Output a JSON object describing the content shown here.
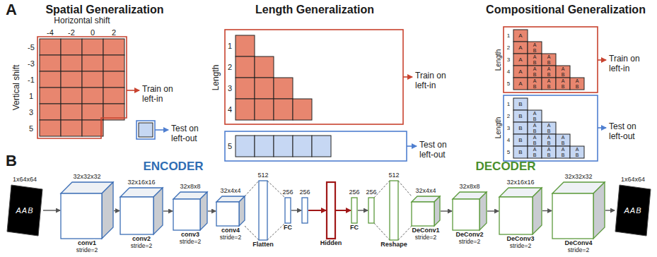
{
  "diagram": {
    "nodes": [
      {
        "text": [
          "1x64x64",
          "AAB"
        ]
      },
      {
        "text": [
          "32x32x32",
          "conv1",
          "stride=2"
        ]
      },
      {
        "text": [
          "32x16x16",
          "conv2",
          "stride=2"
        ]
      },
      {
        "text": [
          "32x8x8",
          "conv3",
          "stride=2"
        ]
      },
      {
        "text": [
          "32x4x4",
          "conv4",
          "stride=2"
        ]
      },
      {
        "text": [
          "512",
          "Flatten"
        ]
      },
      {
        "text": [
          "256",
          "FC"
        ]
      },
      {
        "text": [
          "256"
        ]
      },
      {
        "text": [
          "Hidden"
        ]
      },
      {
        "text": [
          "256",
          "FC"
        ]
      },
      {
        "text": [
          "256"
        ]
      },
      {
        "text": [
          "512",
          "Reshape"
        ]
      },
      {
        "text": [
          "32x4x4",
          "DeConv1",
          "stride=2"
        ]
      },
      {
        "text": [
          "32x8x8",
          "DeConv2",
          "stride=2"
        ]
      },
      {
        "text": [
          "32x16x16",
          "DeConv3",
          "stride=2"
        ]
      },
      {
        "text": [
          "32x32x32",
          "DeConv4",
          "stride=2"
        ]
      },
      {
        "text": [
          "1x64x64",
          "AAB"
        ]
      }
    ],
    "edges": [
      {
        "from": 0,
        "to": 1,
        "arrow": "to"
      },
      {
        "from": 1,
        "to": 2,
        "arrow": "to"
      },
      {
        "from": 2,
        "to": 3,
        "arrow": "to"
      },
      {
        "from": 3,
        "to": 4,
        "arrow": "to"
      },
      {
        "from": 4,
        "to": 5,
        "arrow": "none"
      },
      {
        "from": 5,
        "to": 6,
        "arrow": "none"
      },
      {
        "from": 6,
        "to": 7,
        "arrow": "to"
      },
      {
        "from": 7,
        "to": 8,
        "arrow": "to"
      },
      {
        "from": 8,
        "to": 9,
        "arrow": "to"
      },
      {
        "from": 9,
        "to": 10,
        "arrow": "to"
      },
      {
        "from": 10,
        "to": 11,
        "arrow": "none"
      },
      {
        "from": 11,
        "to": 12,
        "arrow": "none"
      },
      {
        "from": 12,
        "to": 13,
        "arrow": "to"
      },
      {
        "from": 13,
        "to": 14,
        "arrow": "to"
      },
      {
        "from": 14,
        "to": 15,
        "arrow": "to"
      },
      {
        "from": 15,
        "to": 16,
        "arrow": "to"
      }
    ],
    "labels": [
      "A",
      "Spatial Generalization",
      "Horizontal shift",
      "-4",
      "-2",
      "0",
      "2",
      "Vertical shift",
      "-5",
      "-3",
      "-1",
      "1",
      "3",
      "5",
      "Train on left-in",
      "Test on left-out",
      "Length Generalization",
      "Length",
      "1",
      "2",
      "3",
      "4",
      "5",
      "Train on left-in",
      "Test on left-out",
      "Compositional Generalization",
      "Length",
      "1",
      "2",
      "3",
      "4",
      "5",
      "A",
      "A",
      "A B",
      "A",
      "A B",
      "A B",
      "A",
      "A B",
      "A B",
      "A B",
      "A",
      "A B",
      "A B",
      "A B",
      "A B",
      "Train on left-in",
      "Length",
      "1",
      "2",
      "3",
      "4",
      "5",
      "B",
      "B",
      "A B",
      "B",
      "A B",
      "A B",
      "B",
      "A B",
      "A B",
      "A B",
      "B",
      "A B",
      "A B",
      "A B",
      "A B",
      "Test on left-out",
      "B",
      "ENCODER",
      "DECODER"
    ]
  }
}
